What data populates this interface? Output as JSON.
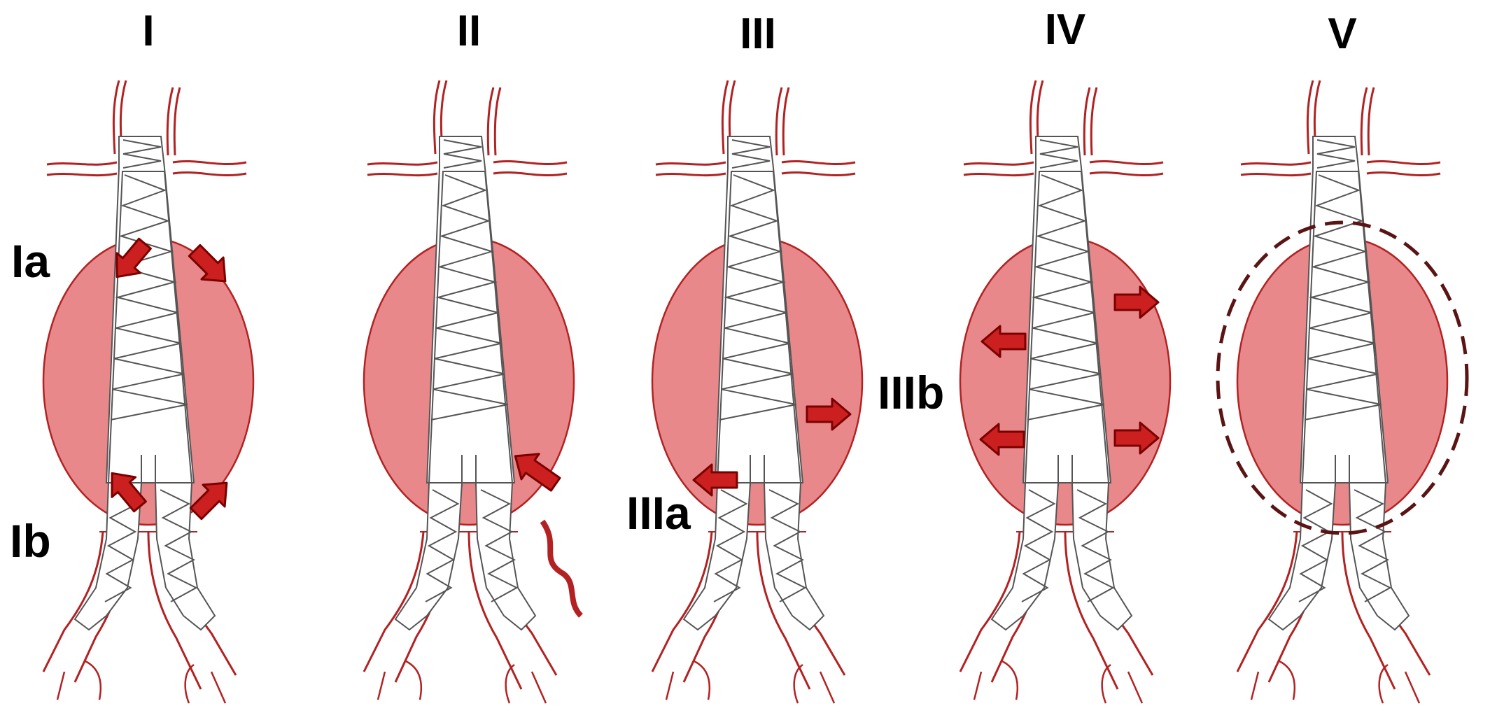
{
  "figure": {
    "panels": [
      {
        "id": "I",
        "title": "I",
        "endoleak_type": "Type I"
      },
      {
        "id": "II",
        "title": "II",
        "endoleak_type": "Type II"
      },
      {
        "id": "III",
        "title": "III",
        "endoleak_type": "Type III"
      },
      {
        "id": "IV",
        "title": "IV",
        "endoleak_type": "Type IV"
      },
      {
        "id": "V",
        "title": "V",
        "endoleak_type": "Type V"
      }
    ],
    "labels": {
      "ia": "Ia",
      "ib": "Ib",
      "iiia": "IIIa",
      "iiib": "IIIb"
    },
    "colors": {
      "sac_fill": "#e8888a",
      "vessel_outline": "#b22222",
      "stent_outline": "#555555",
      "arrow_fill": "#cc1f1f",
      "arrow_outline": "#7a0000",
      "dashed_outline": "#5a1414"
    }
  }
}
